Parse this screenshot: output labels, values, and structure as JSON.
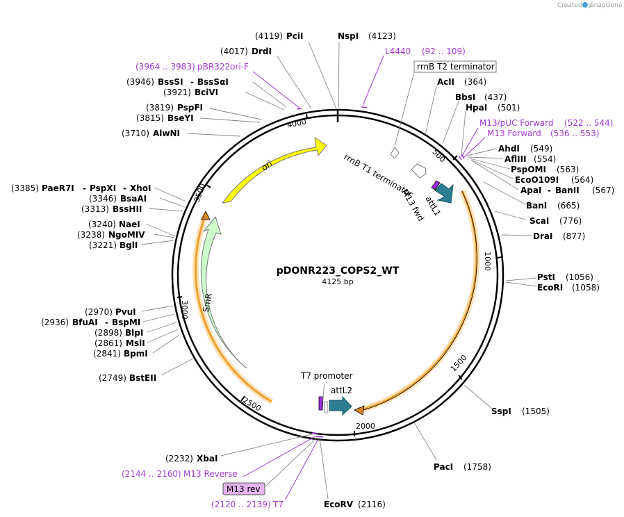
{
  "watermark": {
    "prefix": "Created by",
    "brand": "SnapGene"
  },
  "plasmid": {
    "name": "pDONR223_COPS2_WT",
    "length_label": "4125 bp"
  },
  "ticks": [
    "500",
    "1000",
    "1500",
    "2000",
    "2500",
    "3000",
    "3500",
    "4000"
  ],
  "enzymes": [
    {
      "name": "PciI",
      "pos": "(4119)"
    },
    {
      "name": "NspI",
      "pos": "(4123)"
    },
    {
      "name": "DrdI",
      "pos": "(4017)"
    },
    {
      "name": "BssSI",
      "name2": "BssSαI",
      "pos": "(3946)"
    },
    {
      "name": "BciVI",
      "pos": "(3921)"
    },
    {
      "name": "PspFI",
      "pos": "(3819)"
    },
    {
      "name": "BseYI",
      "pos": "(3815)"
    },
    {
      "name": "AlwNI",
      "pos": "(3710)"
    },
    {
      "name": "PaeR7I",
      "name2": "PspXI",
      "name3": "XhoI",
      "pos": "(3385)"
    },
    {
      "name": "BsaAI",
      "pos": "(3346)"
    },
    {
      "name": "BssHII",
      "pos": "(3313)"
    },
    {
      "name": "NaeI",
      "pos": "(3240)"
    },
    {
      "name": "NgoMIV",
      "pos": "(3238)"
    },
    {
      "name": "BglI",
      "pos": "(3221)"
    },
    {
      "name": "PvuI",
      "pos": "(2970)"
    },
    {
      "name": "BfuAI",
      "name2": "BspMI",
      "pos": "(2936)"
    },
    {
      "name": "BlpI",
      "pos": "(2898)"
    },
    {
      "name": "MslI",
      "pos": "(2861)"
    },
    {
      "name": "BpmI",
      "pos": "(2841)"
    },
    {
      "name": "BstEII",
      "pos": "(2749)"
    },
    {
      "name": "XbaI",
      "pos": "(2232)"
    },
    {
      "name": "EcoRV",
      "pos": "(2116)"
    },
    {
      "name": "PacI",
      "pos": "(1758)"
    },
    {
      "name": "SspI",
      "pos": "(1505)"
    },
    {
      "name": "PstI",
      "pos": "(1056)"
    },
    {
      "name": "EcoRI",
      "pos": "(1058)"
    },
    {
      "name": "DraI",
      "pos": "(877)"
    },
    {
      "name": "ScaI",
      "pos": "(776)"
    },
    {
      "name": "BanI",
      "pos": "(665)"
    },
    {
      "name": "ApaI",
      "name2": "BanII",
      "pos": "(567)"
    },
    {
      "name": "EcoO109I",
      "pos": "(564)"
    },
    {
      "name": "PspOMI",
      "pos": "(563)"
    },
    {
      "name": "AflIII",
      "pos": "(554)"
    },
    {
      "name": "AhdI",
      "pos": "(549)"
    },
    {
      "name": "HpaI",
      "pos": "(501)"
    },
    {
      "name": "BbsI",
      "pos": "(437)"
    },
    {
      "name": "AclI",
      "pos": "(364)"
    }
  ],
  "primers": [
    {
      "name": "L4440",
      "range": "(92 .. 109)"
    },
    {
      "name": "pBR322ori-F",
      "range": "(3964 .. 3983)"
    },
    {
      "name": "M13/pUC Forward",
      "range": "(522 .. 544)"
    },
    {
      "name": "M13 Forward",
      "range": "(536 .. 553)"
    },
    {
      "name": "M13 Reverse",
      "range": "(2144 .. 2160)"
    },
    {
      "name": "T7",
      "range": "(2120 .. 2139)"
    }
  ],
  "features": {
    "rrnB_T2": "rrnB T2 terminator",
    "rrnB_T1": "rrnB T1 terminator",
    "M13_fwd": "M13 fwd",
    "attL1": "attL1",
    "ori": "ori",
    "SmR": "SmR",
    "T7_promoter": "T7 promoter",
    "attL2": "attL2",
    "M13_rev": "M13 rev"
  }
}
